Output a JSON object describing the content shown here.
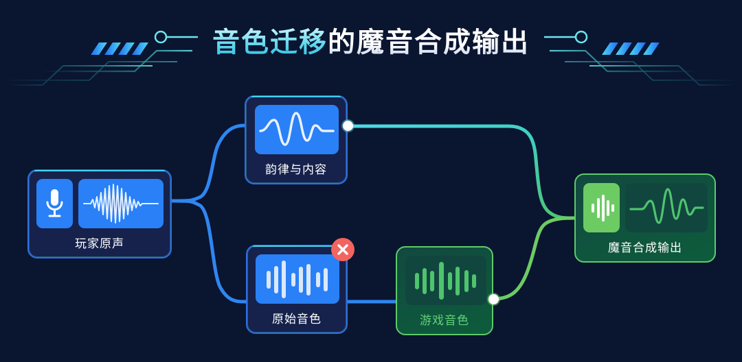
{
  "page": {
    "title_cyan": "音色迁移",
    "title_white": "的魔音合成输出",
    "background_color": "#0a1530",
    "accent_cyan": "#43d6e8",
    "accent_blue": "#2a80f6",
    "accent_green": "#6dcb63",
    "error_color": "#f2645f"
  },
  "header_decoration": {
    "left_circle_icon": "circle-node-icon",
    "right_circle_icon": "circle-node-icon",
    "left_slashes_icon": "slash-bars-icon",
    "right_slashes_icon": "slash-bars-icon"
  },
  "nodes": [
    {
      "id": "player-voice",
      "label": "玩家原声",
      "theme": "blue",
      "icons": [
        "microphone-icon",
        "waveform-oscillation-icon"
      ]
    },
    {
      "id": "prosody-content",
      "label": "韵律与内容",
      "theme": "blue",
      "icons": [
        "waveform-smooth-icon"
      ]
    },
    {
      "id": "original-timbre",
      "label": "原始音色",
      "theme": "blue",
      "icons": [
        "waveform-bars-icon"
      ],
      "badge": "error-x-badge"
    },
    {
      "id": "game-timbre",
      "label": "游戏音色",
      "theme": "green",
      "icons": [
        "waveform-bars-icon"
      ]
    },
    {
      "id": "synth-output",
      "label": "魔音合成输出",
      "theme": "green",
      "icons": [
        "waveform-bars-bright-icon",
        "waveform-spike-icon"
      ]
    }
  ],
  "connections": [
    {
      "id": "voice-to-prosody",
      "from": "player-voice",
      "to": "prosody-content",
      "color": "#2f86f0"
    },
    {
      "id": "voice-to-original",
      "from": "player-voice",
      "to": "original-timbre",
      "color": "#2f86f0"
    },
    {
      "id": "original-to-game",
      "from": "original-timbre",
      "to": "game-timbre",
      "color": "#2f86f0"
    },
    {
      "id": "prosody-to-output",
      "from": "prosody-content",
      "to": "synth-output",
      "color": "#3fd3d8"
    },
    {
      "id": "game-to-output",
      "from": "game-timbre",
      "to": "synth-output",
      "color": "#6dcb63"
    }
  ]
}
